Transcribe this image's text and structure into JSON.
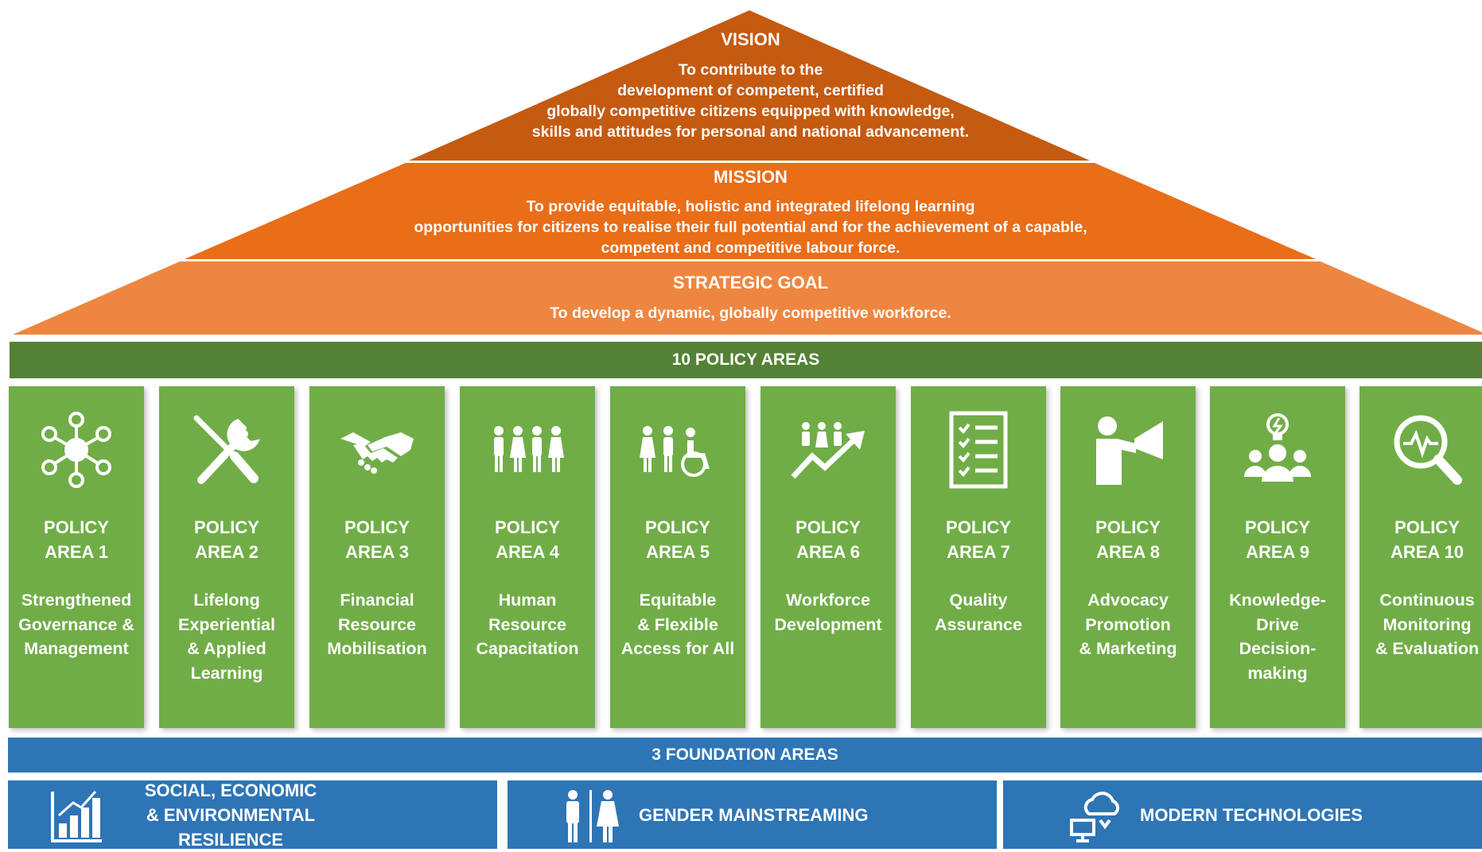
{
  "roof": {
    "vision": {
      "title": "VISION",
      "text": "To contribute to the\ndevelopment of competent, certified\nglobally competitive citizens equipped with knowledge,\nskills and attitudes for personal and national advancement."
    },
    "mission": {
      "title": "MISSION",
      "text": "To provide equitable, holistic and integrated lifelong learning\nopportunities for citizens to realise their full potential and for the achievement of a capable,\ncompetent and competitive labour force."
    },
    "strategic_goal": {
      "title": "STRATEGIC GOAL",
      "text": "To develop a dynamic, globally competitive workforce."
    }
  },
  "policy_bar": {
    "label": "10 POLICY AREAS"
  },
  "pillars": [
    {
      "area": "POLICY\nAREA 1",
      "name": "Strengthened\nGovernance  &\nManagement",
      "icon": "network-icon"
    },
    {
      "area": "POLICY\nAREA 2",
      "name": "Lifelong\nExperiential\n& Applied\nLearning",
      "icon": "tools-icon"
    },
    {
      "area": "POLICY\nAREA 3",
      "name": "Financial\nResource\nMobilisation",
      "icon": "handshake-icon"
    },
    {
      "area": "POLICY\nAREA 4",
      "name": "Human\nResource\nCapacitation",
      "icon": "people-icon"
    },
    {
      "area": "POLICY\nAREA 5",
      "name": "Equitable\n& Flexible\nAccess for All",
      "icon": "accessibility-icon"
    },
    {
      "area": "POLICY\nAREA 6",
      "name": "Workforce\nDevelopment",
      "icon": "growth-icon"
    },
    {
      "area": "POLICY\nAREA 7",
      "name": "Quality\nAssurance",
      "icon": "checklist-icon"
    },
    {
      "area": "POLICY\nAREA 8",
      "name": "Advocacy\nPromotion\n& Marketing",
      "icon": "megaphone-icon"
    },
    {
      "area": "POLICY\nAREA 9",
      "name": "Knowledge-\nDrive\nDecision-\nmaking",
      "icon": "idea-team-icon"
    },
    {
      "area": "POLICY\nAREA 10",
      "name": "Continuous\nMonitoring\n& Evaluation",
      "icon": "magnifier-pulse-icon"
    }
  ],
  "foundation_bar": {
    "label": "3 FOUNDATION AREAS"
  },
  "foundations": [
    {
      "label": "SOCIAL, ECONOMIC\n& ENVIRONMENTAL RESILIENCE",
      "icon": "bar-chart-icon"
    },
    {
      "label": "GENDER MAINSTREAMING",
      "icon": "gender-icon"
    },
    {
      "label": "MODERN TECHNOLOGIES",
      "icon": "cloud-computer-icon"
    }
  ],
  "colors": {
    "vision": "#c55a11",
    "mission": "#ea6d18",
    "strategic_goal": "#ee8640",
    "policy_bar": "#538135",
    "pillar": "#70ad47",
    "foundation": "#2e75b6"
  }
}
